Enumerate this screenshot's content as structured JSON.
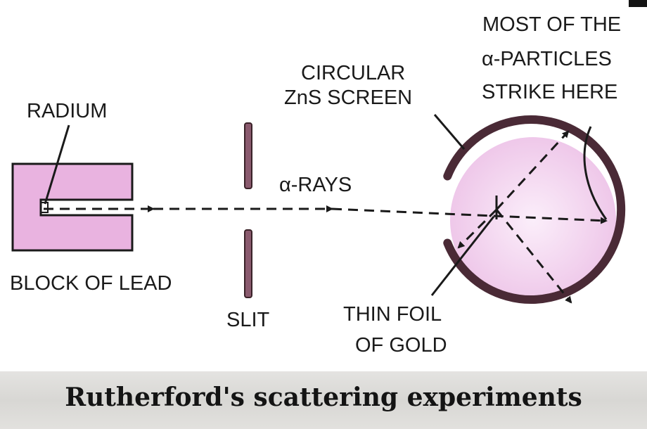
{
  "labels": {
    "radium": "RADIUM",
    "block_of_lead": "BLOCK OF LEAD",
    "alpha_rays": "α-RAYS",
    "slit": "SLIT",
    "circular_screen": [
      "CIRCULAR",
      "ZnS SCREEN"
    ],
    "most_particles": [
      "MOST OF THE",
      "α-PARTICLES",
      "STRIKE HERE"
    ],
    "gold_foil": [
      "THIN FOIL",
      "OF GOLD"
    ]
  },
  "caption": "Rutherford's scattering experiments",
  "colors": {
    "lead_block": "#e9b3e0",
    "screen_fill": "#f0c8ee",
    "screen_ring": "#4a2a36",
    "ink": "#1a1a1a",
    "caption_band": "#dcdbd8"
  }
}
